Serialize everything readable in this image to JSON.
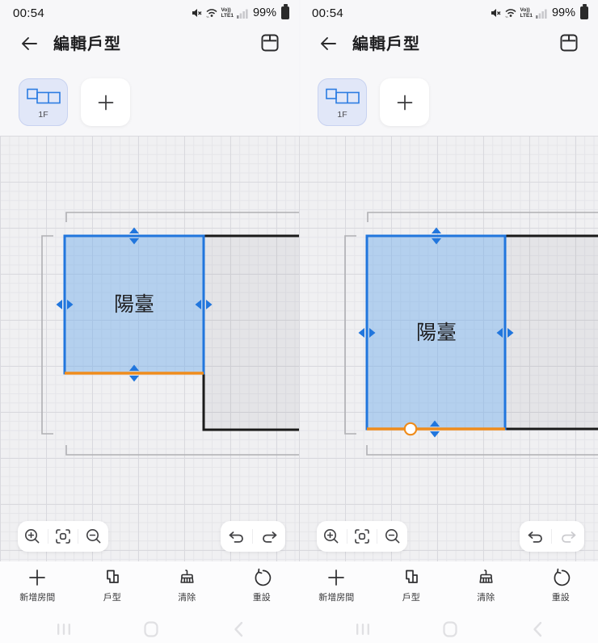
{
  "status_bar": {
    "time": "00:54",
    "volte_line1": "Vo))",
    "volte_line2": "LTE1",
    "battery_percent": "99%"
  },
  "header": {
    "title": "編輯戶型"
  },
  "floor_bar": {
    "selected_floor": "1F"
  },
  "canvas": {
    "room_label": "陽臺"
  },
  "toolbar": {
    "items": [
      {
        "label": "新增房間"
      },
      {
        "label": "戶型"
      },
      {
        "label": "清除"
      },
      {
        "label": "重設"
      }
    ]
  },
  "colors": {
    "accent_blue": "#2176dd",
    "selection_orange": "#ef8c1c",
    "room_fill_blue": "#c7dbf2",
    "wall_black": "#1a1a1a",
    "guide_gray": "#b0b0b3"
  }
}
